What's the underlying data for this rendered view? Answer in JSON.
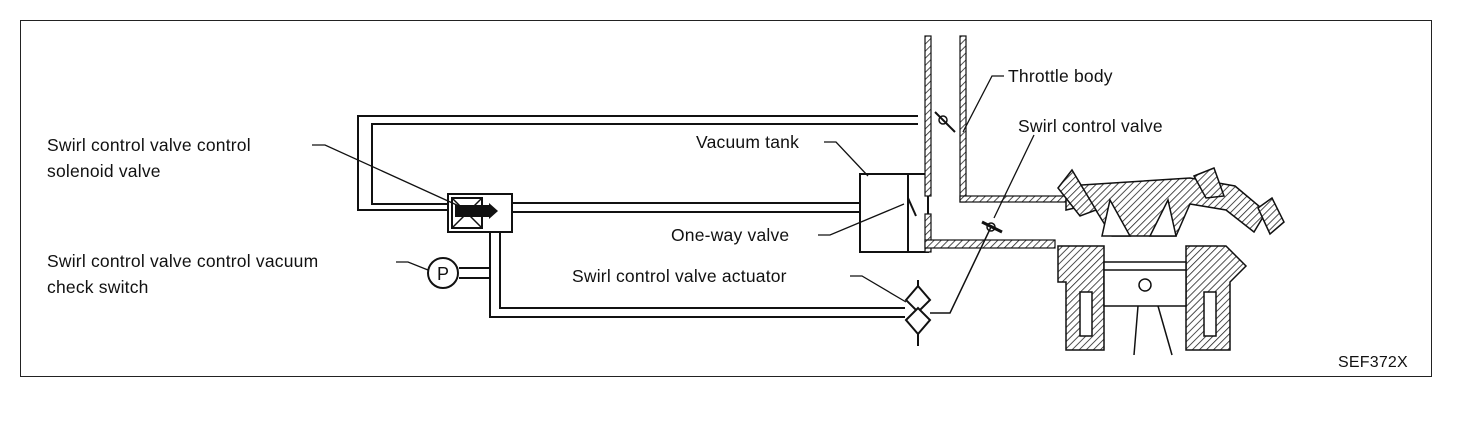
{
  "diagram": {
    "labels": {
      "solenoid_line1": "Swirl control valve control",
      "solenoid_line2": "solenoid valve",
      "vacuum_switch_line1": "Swirl control valve control vacuum",
      "vacuum_switch_line2": "check switch",
      "vacuum_tank": "Vacuum tank",
      "one_way_valve": "One-way valve",
      "actuator": "Swirl control valve actuator",
      "throttle_body": "Throttle body",
      "swirl_control_valve": "Swirl control valve",
      "pressure_switch_symbol": "P",
      "figure_code": "SEF372X"
    }
  }
}
